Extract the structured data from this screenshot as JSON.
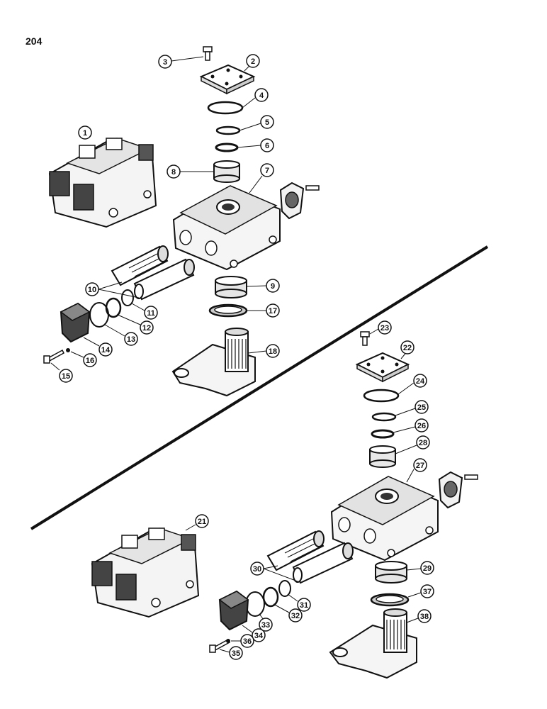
{
  "page_number": "204",
  "colors": {
    "ink": "#111111",
    "paper": "#ffffff",
    "shade": "#cfcfcf"
  },
  "callouts": [
    {
      "id": "c1",
      "label": "1"
    },
    {
      "id": "c2",
      "label": "2"
    },
    {
      "id": "c3",
      "label": "3"
    },
    {
      "id": "c4",
      "label": "4"
    },
    {
      "id": "c5",
      "label": "5"
    },
    {
      "id": "c6",
      "label": "6"
    },
    {
      "id": "c7",
      "label": "7"
    },
    {
      "id": "c8",
      "label": "8"
    },
    {
      "id": "c9",
      "label": "9"
    },
    {
      "id": "c10",
      "label": "10"
    },
    {
      "id": "c11",
      "label": "11"
    },
    {
      "id": "c12",
      "label": "12"
    },
    {
      "id": "c13",
      "label": "13"
    },
    {
      "id": "c14",
      "label": "14"
    },
    {
      "id": "c15",
      "label": "15"
    },
    {
      "id": "c16",
      "label": "16"
    },
    {
      "id": "c17",
      "label": "17"
    },
    {
      "id": "c18",
      "label": "18"
    },
    {
      "id": "c21",
      "label": "21"
    },
    {
      "id": "c22",
      "label": "22"
    },
    {
      "id": "c23",
      "label": "23"
    },
    {
      "id": "c24",
      "label": "24"
    },
    {
      "id": "c25",
      "label": "25"
    },
    {
      "id": "c26",
      "label": "26"
    },
    {
      "id": "c27",
      "label": "27"
    },
    {
      "id": "c28",
      "label": "28"
    },
    {
      "id": "c29",
      "label": "29"
    },
    {
      "id": "c30",
      "label": "30"
    },
    {
      "id": "c31",
      "label": "31"
    },
    {
      "id": "c32",
      "label": "32"
    },
    {
      "id": "c33",
      "label": "33"
    },
    {
      "id": "c34",
      "label": "34"
    },
    {
      "id": "c35",
      "label": "35"
    },
    {
      "id": "c36",
      "label": "36"
    },
    {
      "id": "c37",
      "label": "37"
    },
    {
      "id": "c38",
      "label": "38"
    }
  ]
}
